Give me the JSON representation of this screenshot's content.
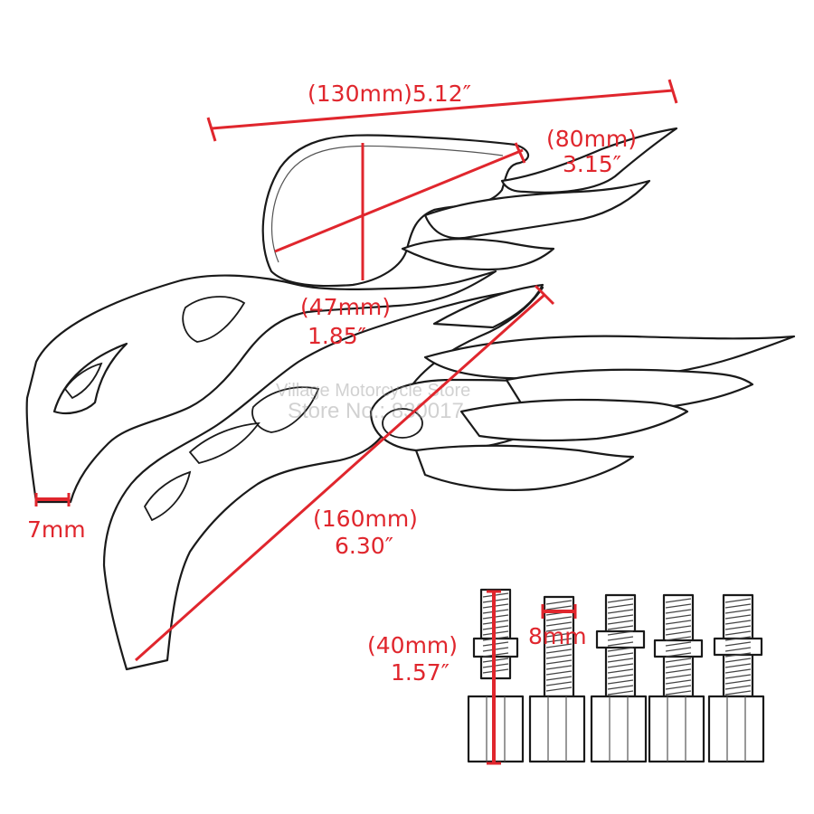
{
  "labels": {
    "width_mm": "(130mm)5.12″",
    "tip_mm": "(80mm)",
    "tip_in": "3.15″",
    "head_mm": "(47mm)",
    "head_in": "1.85″",
    "stem": "7mm",
    "length_mm": "(160mm)",
    "length_in": "6.30″",
    "bolt_len_mm": "(40mm)",
    "bolt_len_in": "1.57″",
    "thread": "8mm"
  },
  "watermark": {
    "line1": "Village Motorcycle Store",
    "line2": "Store No.: 830017"
  },
  "colors": {
    "dimension": "#e0262d",
    "outline": "#1a1a1a",
    "watermark": "#9a9a9a"
  }
}
